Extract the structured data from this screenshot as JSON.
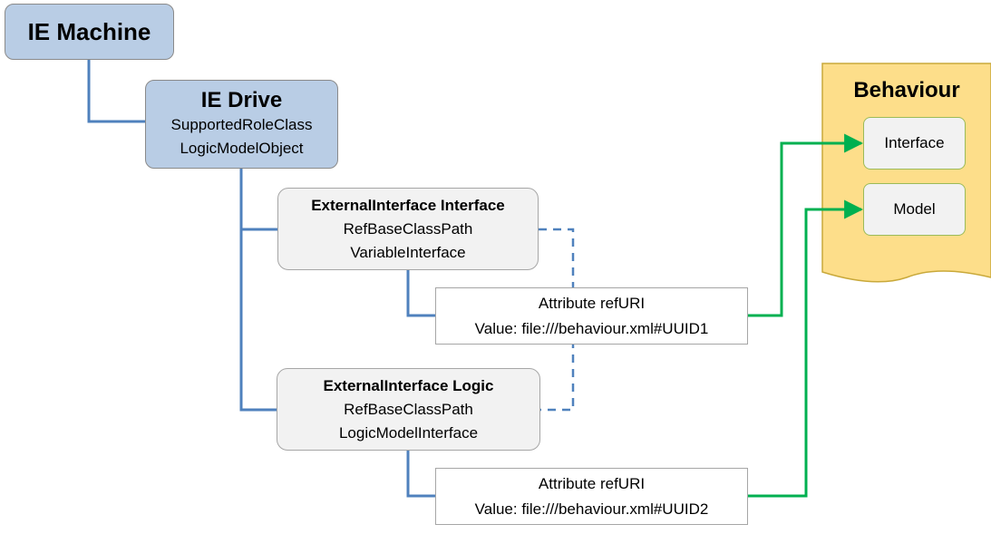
{
  "machine": {
    "title": "IE Machine"
  },
  "drive": {
    "title": "IE Drive",
    "lines": [
      "SupportedRoleClass",
      "LogicModelObject"
    ]
  },
  "interface_ext": {
    "title": "ExternalInterface Interface",
    "lines": [
      "RefBaseClassPath",
      "VariableInterface"
    ]
  },
  "attr1": {
    "line1": "Attribute refURI",
    "line2": "Value: file:///behaviour.xml#UUID1"
  },
  "logic_ext": {
    "title": "ExternalInterface Logic",
    "lines": [
      "RefBaseClassPath",
      "LogicModelInterface"
    ]
  },
  "attr2": {
    "line1": "Attribute refURI",
    "line2": "Value: file:///behaviour.xml#UUID2"
  },
  "behaviour": {
    "title": "Behaviour",
    "items": [
      "Interface",
      "Model"
    ]
  },
  "colors": {
    "tree_line": "#4f81bd",
    "link_line": "#00b050",
    "ie_fill": "#b9cde5",
    "document_fill": "#fdde8a",
    "document_border": "#c9a93a"
  }
}
